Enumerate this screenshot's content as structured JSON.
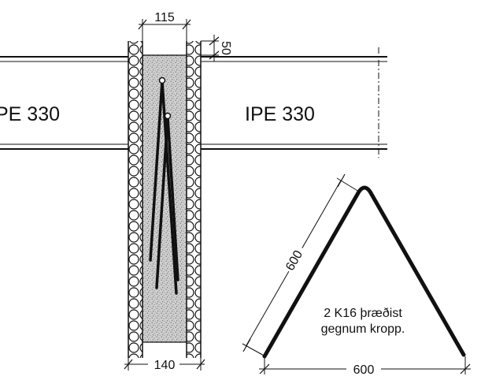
{
  "beam_left": {
    "label": "PE 330"
  },
  "beam_right": {
    "label": "IPE 330"
  },
  "dimensions": {
    "core_width": "115",
    "wall_width": "140",
    "cover": "50",
    "bar_leg": "600",
    "bar_base": "600"
  },
  "rebar_note": {
    "line1": "2 K16 þræðist",
    "line2": "gegnum kropp."
  },
  "colors": {
    "ink": "#111111",
    "fill_grey": "#c8c8c8",
    "background": "#ffffff"
  }
}
